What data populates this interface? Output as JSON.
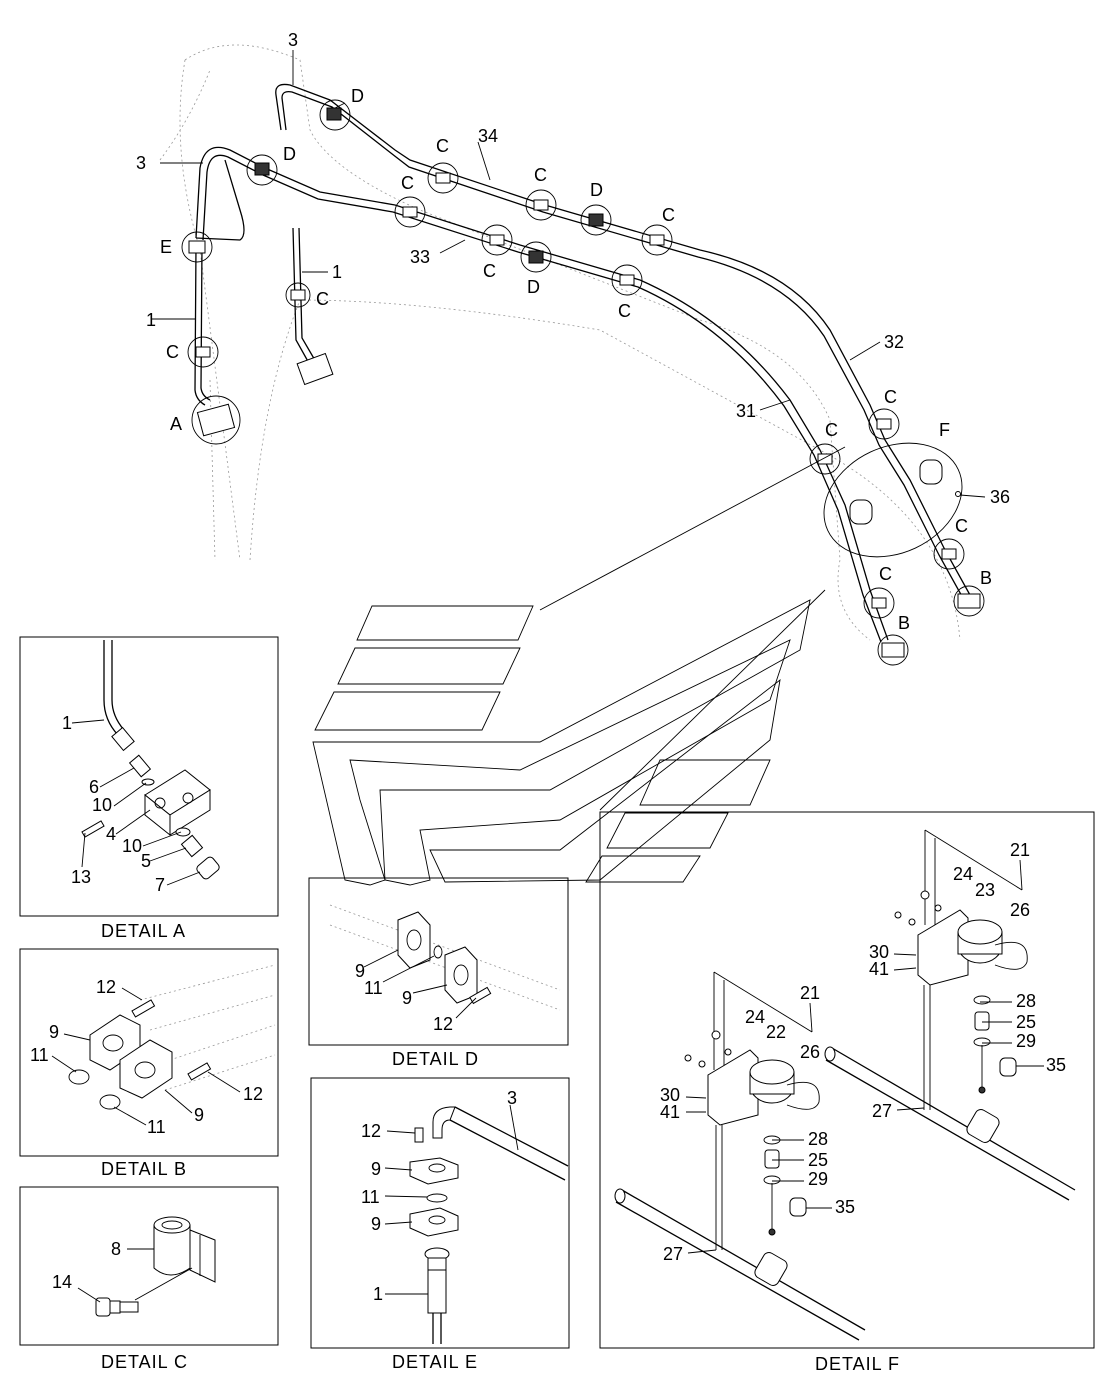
{
  "main": {
    "labels": {
      "l3a": "3",
      "l3b": "3",
      "lD1": "D",
      "lD2": "D",
      "l34": "34",
      "lC1": "C",
      "lC2": "C",
      "lC3": "C",
      "lD3": "D",
      "lC4": "C",
      "lE": "E",
      "l1a": "1",
      "l1b": "1",
      "lCb": "C",
      "lCc": "C",
      "l33": "33",
      "lC5": "C",
      "lD4": "D",
      "lC6": "C",
      "l32": "32",
      "l31": "31",
      "lC7": "C",
      "lC8": "C",
      "lF": "F",
      "l36": "36",
      "lC9": "C",
      "lB1": "B",
      "lC10": "C",
      "lB2": "B",
      "lA": "A"
    }
  },
  "detail_a": {
    "caption": "DETAIL  A",
    "labels": {
      "n1": "1",
      "n6": "6",
      "n10a": "10",
      "n4": "4",
      "n10b": "10",
      "n5": "5",
      "n13": "13",
      "n7": "7"
    }
  },
  "detail_b": {
    "caption": "DETAIL  B",
    "labels": {
      "n12a": "12",
      "n9a": "9",
      "n11a": "11",
      "n12b": "12",
      "n9b": "9",
      "n11b": "11"
    }
  },
  "detail_c": {
    "caption": "DETAIL  C",
    "labels": {
      "n8": "8",
      "n14": "14"
    }
  },
  "detail_d": {
    "caption": "DETAIL  D",
    "labels": {
      "n9a": "9",
      "n11": "11",
      "n9b": "9",
      "n12": "12"
    }
  },
  "detail_e": {
    "caption": "DETAIL  E",
    "labels": {
      "n12": "12",
      "n3": "3",
      "n9a": "9",
      "n11": "11",
      "n9b": "9",
      "n1": "1"
    }
  },
  "detail_f": {
    "caption": "DETAIL  F",
    "labels": {
      "n21a": "21",
      "n24a": "24",
      "n23": "23",
      "n26a": "26",
      "n30a": "30",
      "n41a": "41",
      "n28a": "28",
      "n25a": "25",
      "n29a": "29",
      "n35a": "35",
      "n27a": "27",
      "n21b": "21",
      "n24b": "24",
      "n22": "22",
      "n26b": "26",
      "n30b": "30",
      "n41b": "41",
      "n28b": "28",
      "n25b": "25",
      "n29b": "29",
      "n35b": "35",
      "n27b": "27"
    }
  }
}
